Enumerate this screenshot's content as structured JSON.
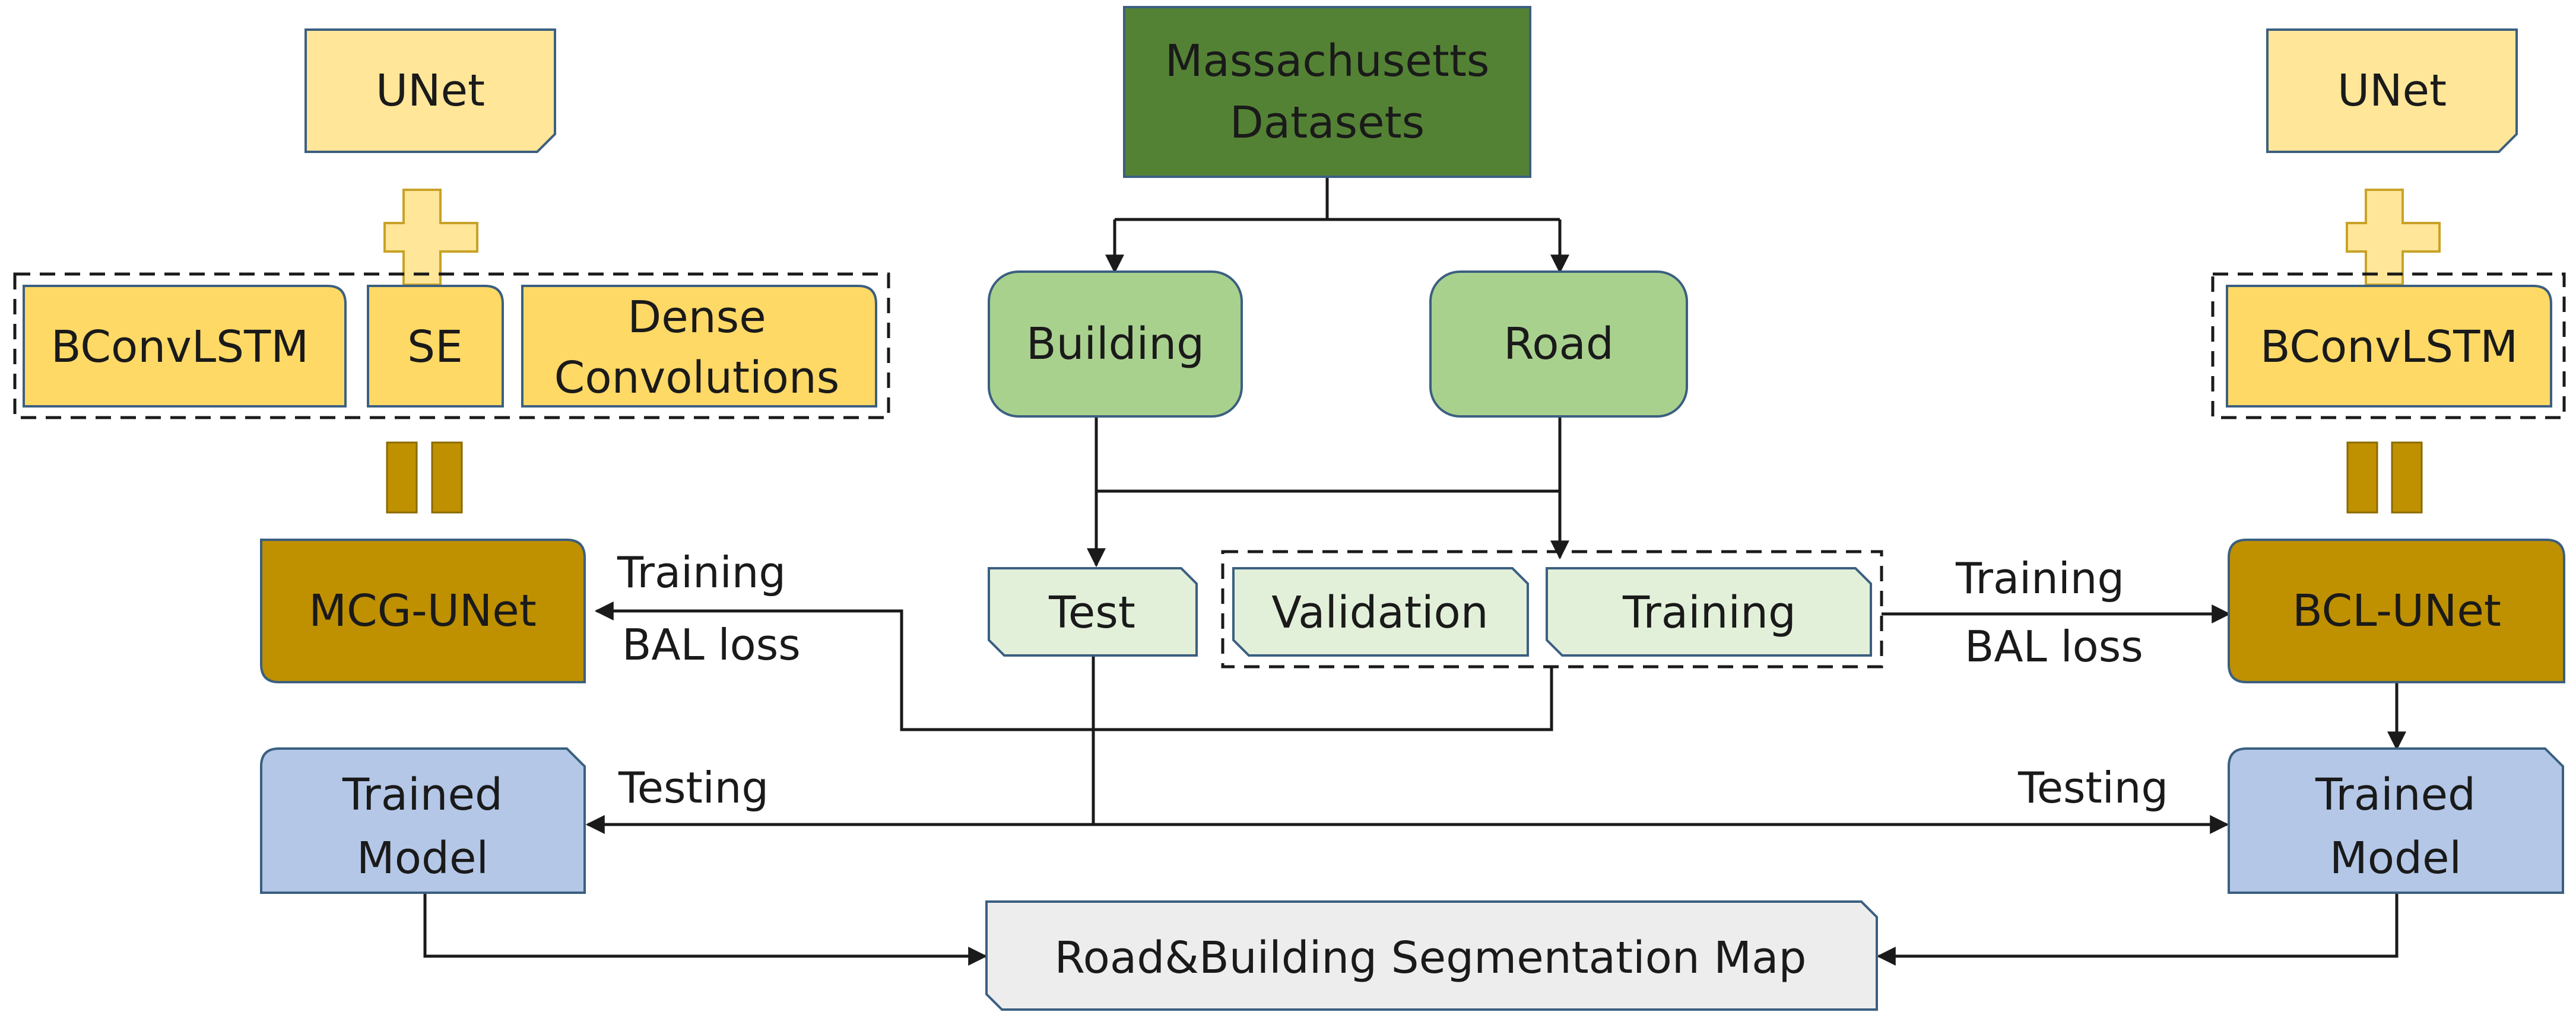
{
  "nodes": {
    "dataset": {
      "line1": "Massachusetts",
      "line2": "Datasets"
    },
    "building": "Building",
    "road": "Road",
    "test": "Test",
    "validation": "Validation",
    "training": "Training",
    "unet_left": "UNet",
    "bconvlstm_left": "BConvLSTM",
    "se": "SE",
    "dense": {
      "line1": "Dense",
      "line2": "Convolutions"
    },
    "mcg_unet": "MCG-UNet",
    "trained_left": {
      "line1": "Trained",
      "line2": "Model"
    },
    "unet_right": "UNet",
    "bconvlstm_right": "BConvLSTM",
    "bcl_unet": "BCL-UNet",
    "trained_right": {
      "line1": "Trained",
      "line2": "Model"
    },
    "segmentation_map": "Road&Building Segmentation Map"
  },
  "edge_labels": {
    "left_training": {
      "line1": "Training",
      "line2": "BAL loss"
    },
    "right_training": {
      "line1": "Training",
      "line2": "BAL loss"
    },
    "left_testing": "Testing",
    "right_testing": "Testing"
  },
  "colors": {
    "dataset_fill": "#548235",
    "class_fill": "#a9d18e",
    "split_fill": "#e2f0d9",
    "component_fill": "#ffd966",
    "unet_fill": "#ffe699",
    "model_fill": "#bf9000",
    "trained_fill": "#b4c7e7",
    "output_fill": "#ededed",
    "border": "#3b5f80"
  },
  "icons": [
    "plus-icon",
    "equals-icon"
  ]
}
